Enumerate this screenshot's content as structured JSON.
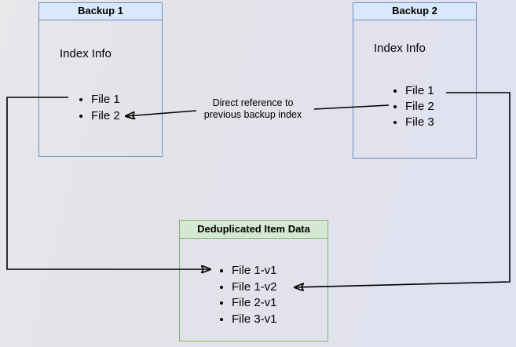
{
  "nodes": {
    "backup1": {
      "title": "Backup 1",
      "heading": "Index Info",
      "items": [
        "File 1",
        "File 2"
      ]
    },
    "backup2": {
      "title": "Backup 2",
      "heading": "Index Info",
      "items": [
        "File 1",
        "File 2",
        "File 3"
      ]
    },
    "dedup": {
      "title": "Deduplicated Item Data",
      "items": [
        "File 1-v1",
        "File 1-v2",
        "File 2-v1",
        "File 3-v1"
      ]
    }
  },
  "edges": {
    "label_line1": "Direct reference to",
    "label_line2": "previous backup index"
  },
  "colors": {
    "backup_header_fill": "#dae8fc",
    "backup_border": "#6c8ebf",
    "dedup_header_fill": "#d5e8d4",
    "dedup_border": "#82b366",
    "arrow": "#000000",
    "text": "#000000",
    "background_left": "#e8e7ea",
    "background_right": "#dfe2f3"
  }
}
